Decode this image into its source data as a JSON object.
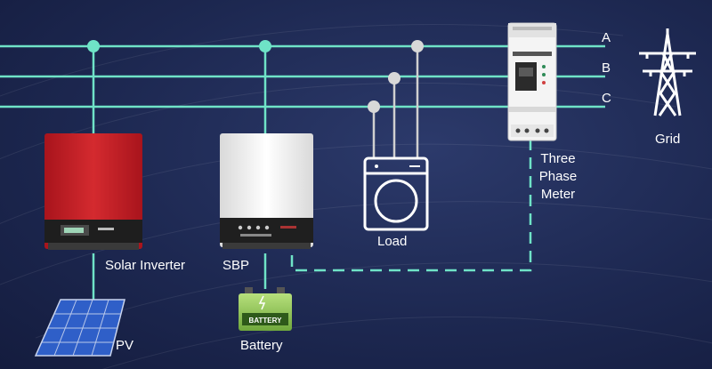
{
  "phases": [
    "A",
    "B",
    "C"
  ],
  "labels": {
    "solar_inverter": "Solar Inverter",
    "sbp": "SBP",
    "battery": "Battery",
    "battery_plate": "BATTERY",
    "pv": "PV",
    "load": "Load",
    "meter_line1": "Three",
    "meter_line2": "Phase",
    "meter_line3": "Meter",
    "grid": "Grid"
  },
  "colors": {
    "line": "#6fe3c7",
    "node": "#d8d8d8",
    "inverter": "#c8202a",
    "sbp_body": "#f2f2f2",
    "battery_green": "#9ad164",
    "panel_blue": "#2f5fc8"
  },
  "icons": [
    "solar-inverter-icon",
    "sbp-icon",
    "battery-icon",
    "solar-panel-icon",
    "washing-machine-icon",
    "meter-icon",
    "transmission-tower-icon"
  ]
}
